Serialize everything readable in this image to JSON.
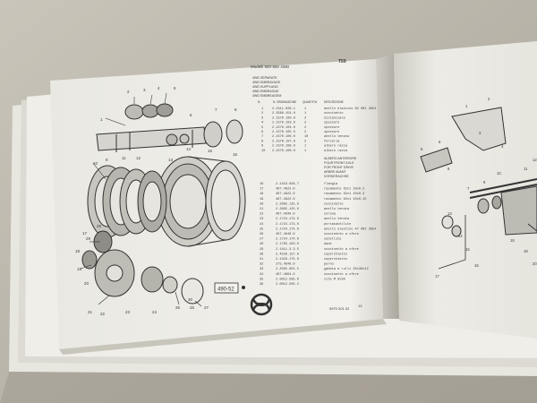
{
  "header": {
    "model_line": "Modelli 580-880 4WD",
    "page_number": "T59"
  },
  "section_names": [
    "4WD SEPARATE",
    "4WD EMBRAYAGE",
    "4WD KUPPLUNG",
    "4WD EMBRAGUE",
    "4WD EMBREAGEM"
  ],
  "column_headers": [
    "N.",
    "N. ORDINAZIONE",
    "QUANTITA'",
    "DESCRIZIONE"
  ],
  "upper_parts": [
    {
      "num": "1",
      "code": "2.2411.028.1",
      "qty": "1",
      "desc": "anello elastico 62 UNI 3654"
    },
    {
      "num": "2",
      "code": "2.3560.154.0",
      "qty": "1",
      "desc": "cuscinetto"
    },
    {
      "num": "3",
      "code": "2.1570.100.0",
      "qty": "2",
      "desc": "distanziale"
    },
    {
      "num": "4",
      "code": "2.1570.103.0",
      "qty": "2",
      "desc": "spessore"
    },
    {
      "num": "5",
      "code": "2.1570.104.0",
      "qty": "2",
      "desc": "spessore"
    },
    {
      "num": "6",
      "code": "2.1570.105.0",
      "qty": "2",
      "desc": "spessore"
    },
    {
      "num": "7",
      "code": "2.1570.106.0",
      "qty": "10",
      "desc": "anello tenuta"
    },
    {
      "num": "8",
      "code": "2.1570.107.0",
      "qty": "2",
      "desc": "forcella"
    },
    {
      "num": "9",
      "code": "2.1570.108.0",
      "qty": "1",
      "desc": "albero rasia"
    },
    {
      "num": "10",
      "code": "2.1570.109.0",
      "qty": "1",
      "desc": "albero rasia"
    }
  ],
  "language_lines": [
    "ALBERO ANTERIORE",
    "FOUR FRONT AXLE",
    "FOR FRONT DRIVE",
    "ARBRE AVANT",
    "VORDERACHSE"
  ],
  "lower_parts": [
    {
      "num": "16",
      "code": "2.1419.028.7",
      "desc": "flangia"
    },
    {
      "num": "17",
      "code": "467.4622.0",
      "desc": "rasamento 62x1 10x0.2"
    },
    {
      "num": "18",
      "code": "467.4622.0",
      "desc": "rasamento 62x1 10x0.3"
    },
    {
      "num": "19",
      "code": "467.4622.0",
      "desc": "rasamento 62x1 10x0.15"
    },
    {
      "num": "20",
      "code": "2.2605.125.0",
      "desc": "cuscinetto"
    },
    {
      "num": "21",
      "code": "2.2605.125.0",
      "desc": "anello tenuta"
    },
    {
      "num": "22",
      "code": "467.4640.0",
      "desc": "corona"
    },
    {
      "num": "23",
      "code": "2.1724.174.0",
      "desc": "anello tenuta"
    },
    {
      "num": "24",
      "code": "2.1724.174.0",
      "desc": "portasatellite"
    },
    {
      "num": "25",
      "code": "2.1724.174.0",
      "desc": "anello elastico 47 UNI 3654"
    },
    {
      "num": "26",
      "code": "467.4640.0",
      "desc": "cuscinetto a sfere"
    },
    {
      "num": "27",
      "code": "2.1724.174.0",
      "desc": "satellite"
    },
    {
      "num": "28",
      "code": "2.1785.193.0",
      "desc": "dado"
    },
    {
      "num": "29",
      "code": "2.1411.3.3.5",
      "desc": "cuscinetto a sfere"
    },
    {
      "num": "30",
      "code": "2.4520.157.0",
      "desc": "coperchietto"
    },
    {
      "num": "31",
      "code": "2.1329.175.0",
      "desc": "coperchietto"
    },
    {
      "num": "32",
      "code": "273.4640.0",
      "desc": "perno"
    },
    {
      "num": "33",
      "code": "2.2505.001.5",
      "desc": "gabbia a rulli 25x30x22"
    },
    {
      "num": "34",
      "code": "467.4664.0",
      "desc": "cuscinetto a sfere"
    },
    {
      "num": "35",
      "code": "2.0012.505.0",
      "desc": "vite M 8x30"
    },
    {
      "num": "36",
      "code": "2.0012.505.2",
      "desc": ""
    }
  ],
  "diagram_callouts": [
    "1",
    "2",
    "3",
    "4",
    "5",
    "6",
    "7",
    "8",
    "9",
    "10",
    "11",
    "12",
    "13",
    "14",
    "15",
    "16",
    "17",
    "18",
    "19",
    "20",
    "21",
    "22",
    "23",
    "24",
    "25",
    "26",
    "27",
    "28",
    "29",
    "30"
  ],
  "ref_box_label": "490-52",
  "footer_code": "5970 201 02",
  "footer_page": "13",
  "right_page": {
    "callouts": [
      "1",
      "2",
      "3",
      "4",
      "5",
      "6",
      "7",
      "8",
      "9",
      "10",
      "11",
      "12",
      "13",
      "14",
      "15",
      "16",
      "17",
      "18",
      "19",
      "20"
    ]
  }
}
